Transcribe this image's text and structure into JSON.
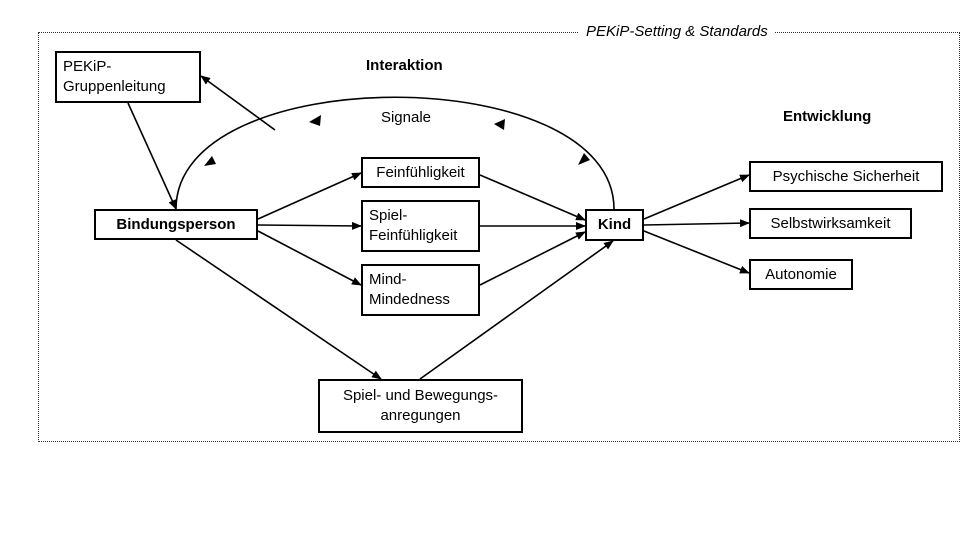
{
  "frame": {
    "title": "PEKiP-Setting & Standards"
  },
  "headings": {
    "interaktion": "Interaktion",
    "entwicklung": "Entwicklung"
  },
  "signal_label": "Signale",
  "nodes": {
    "gruppenleitung": "PEKiP-\nGruppenleitung",
    "bindungsperson": "Bindungsperson",
    "feinfuehligkeit": "Feinfühligkeit",
    "spiel_feinfuehligkeit": "Spiel-\nFeinfühligkeit",
    "mind_mindedness": "Mind-\nMindedness",
    "kind": "Kind",
    "spiel_bewegung": "Spiel- und Bewegungs-\nanregungen",
    "psychische_sicherheit": "Psychische Sicherheit",
    "selbstwirksamkeit": "Selbstwirksamkeit",
    "autonomie": "Autonomie"
  }
}
